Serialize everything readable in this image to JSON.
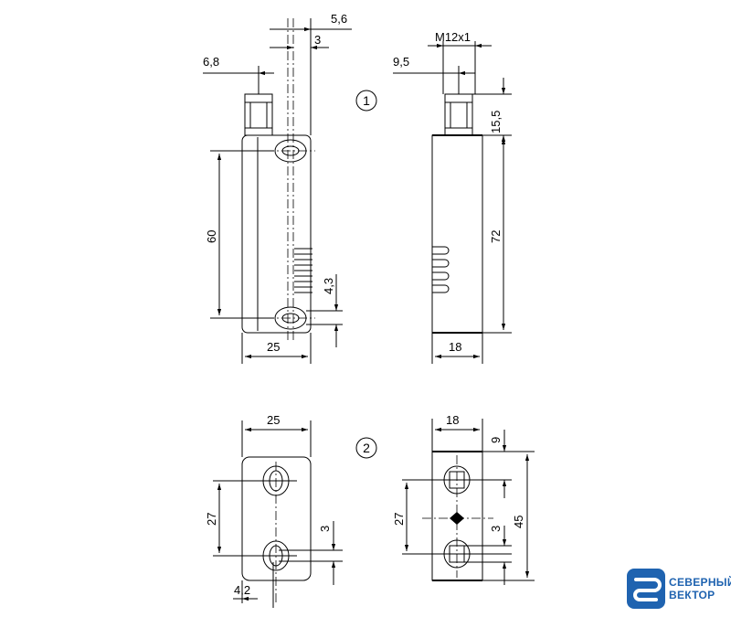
{
  "dimensions": {
    "side_slot_offset": "5,6",
    "side_slot_width": "3",
    "side_connector_offset": "6,8",
    "side_hole_pitch": "60",
    "side_slot_gap": "4,3",
    "side_width": "25",
    "front_thread": "M12x1",
    "front_connector_offset": "9,5",
    "front_connector_length": "15,5",
    "front_height": "72",
    "front_width": "18",
    "top_width": "25",
    "top_hole_pitch": "27",
    "top_hole_width": "3",
    "top_hole_offset": "4,2",
    "end_width": "18",
    "end_top_offset": "9",
    "end_hole_pitch": "27",
    "end_hole_width": "3",
    "end_height": "45"
  },
  "callouts": {
    "view_1": "1",
    "view_2": "2"
  },
  "logo": {
    "line1": "СЕВЕРНЫЙ",
    "line2": "ВЕКТОР",
    "color": "#1f63b0"
  }
}
